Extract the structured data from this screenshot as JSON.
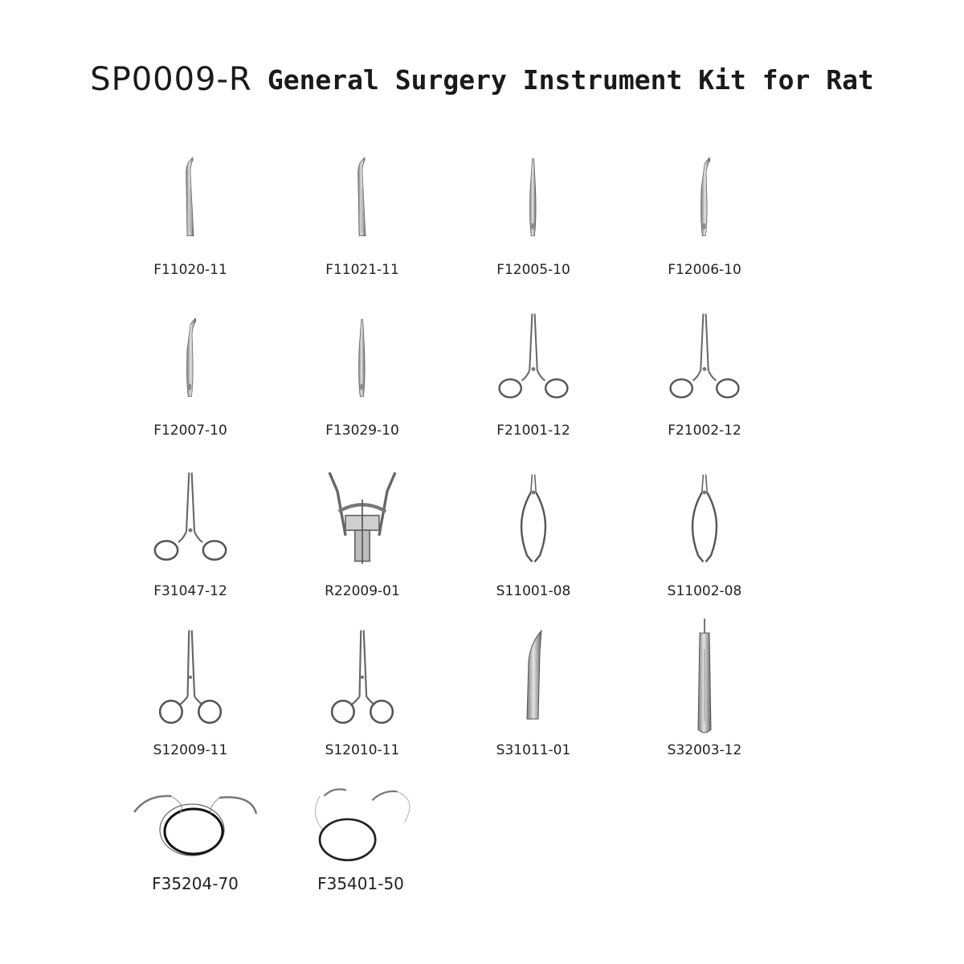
{
  "title": {
    "code": "SP0009-R",
    "name": "General Surgery Instrument Kit for Rat"
  },
  "colors": {
    "background": "#ffffff",
    "steel": "#6e6e6e",
    "steel_light": "#b9b9b9",
    "suture": "#111111"
  },
  "instruments": [
    {
      "code": "F11020-11",
      "icon": "angled-forceps-icon"
    },
    {
      "code": "F11021-11",
      "icon": "angled-forceps-icon"
    },
    {
      "code": "F12005-10",
      "icon": "fine-forceps-icon"
    },
    {
      "code": "F12006-10",
      "icon": "curved-fine-forceps-icon"
    },
    {
      "code": "F12007-10",
      "icon": "curved-forceps-icon"
    },
    {
      "code": "F13029-10",
      "icon": "straight-forceps-icon"
    },
    {
      "code": "F21001-12",
      "icon": "needle-holder-icon"
    },
    {
      "code": "F21002-12",
      "icon": "needle-holder-icon"
    },
    {
      "code": "F31047-12",
      "icon": "hemostat-icon"
    },
    {
      "code": "R22009-01",
      "icon": "retractor-icon"
    },
    {
      "code": "S11001-08",
      "icon": "spring-scissors-icon"
    },
    {
      "code": "S11002-08",
      "icon": "spring-scissors-icon"
    },
    {
      "code": "S12009-11",
      "icon": "scissors-icon"
    },
    {
      "code": "S12010-11",
      "icon": "scissors-icon"
    },
    {
      "code": "S31011-01",
      "icon": "scalpel-blade-icon"
    },
    {
      "code": "S32003-12",
      "icon": "scalpel-handle-icon"
    },
    {
      "code": "F35204-70",
      "icon": "suture-icon"
    },
    {
      "code": "F35401-50",
      "icon": "suture-icon"
    }
  ]
}
